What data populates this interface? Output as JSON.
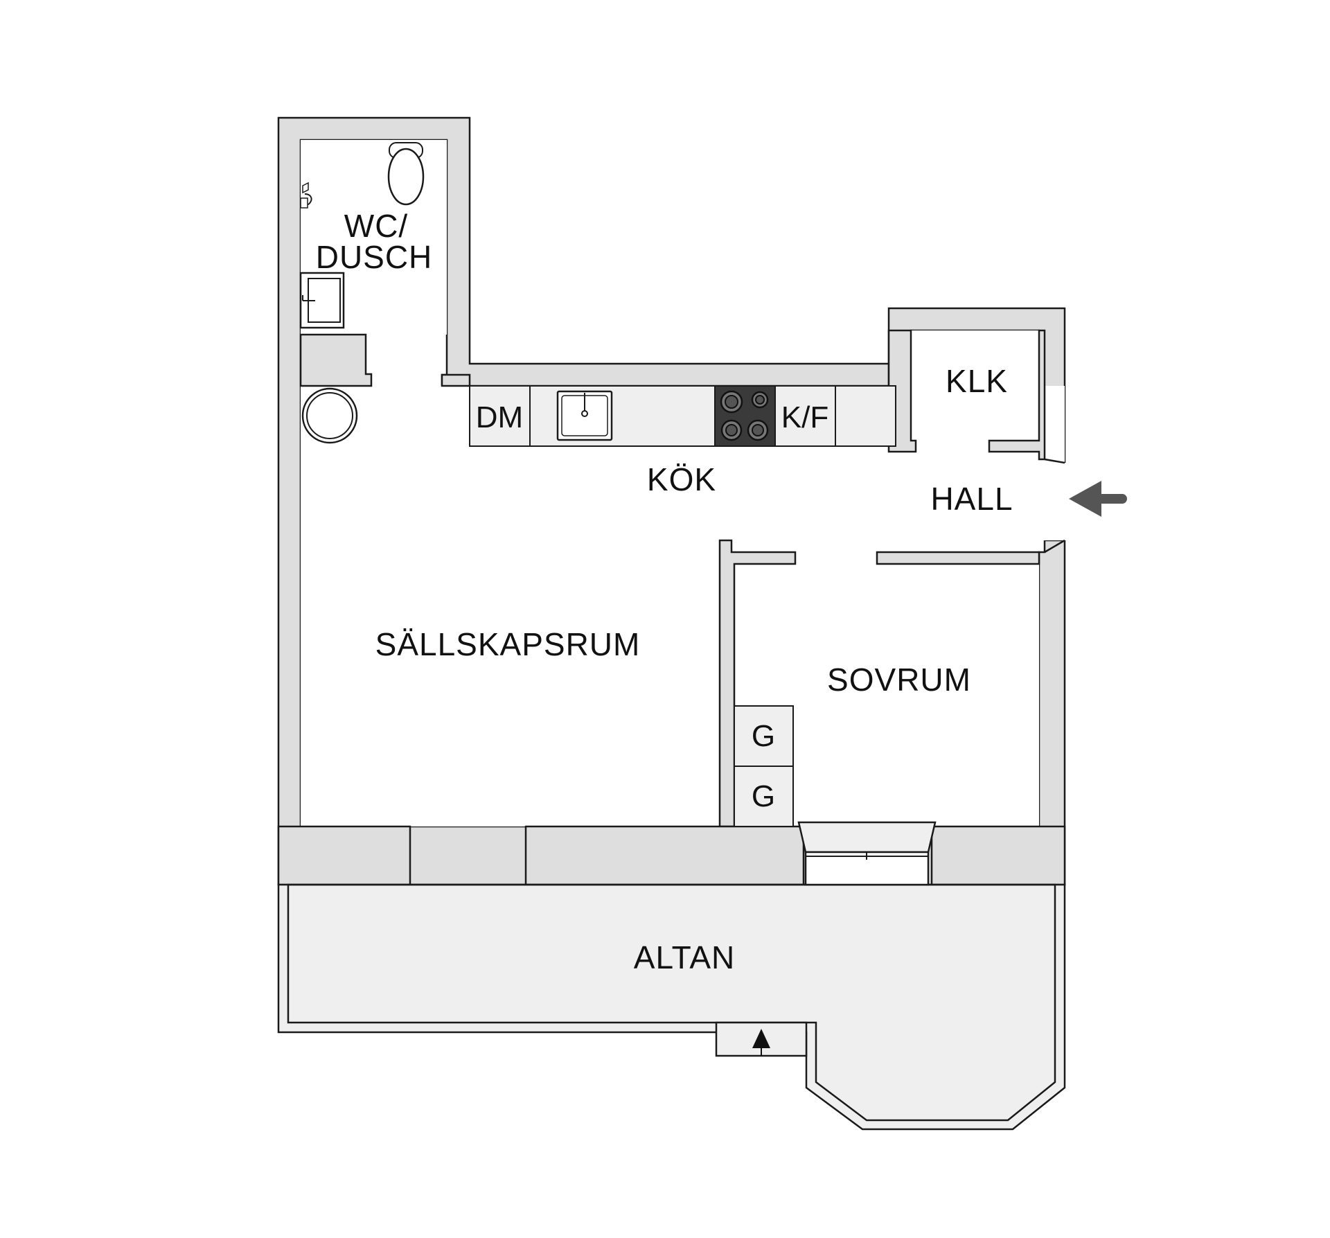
{
  "rooms": {
    "wc_line1": "WC/",
    "wc_line2": "DUSCH",
    "klk": "KLK",
    "kok": "KÖK",
    "hall": "HALL",
    "sallskapsrum": "SÄLLSKAPSRUM",
    "sovrum": "SOVRUM",
    "altan": "ALTAN"
  },
  "fixtures": {
    "dm": "DM",
    "kf": "K/F",
    "g1": "G",
    "g2": "G"
  },
  "colors": {
    "wall": "#dedede",
    "terrace": "#efefef",
    "line": "#1a1a1a",
    "stove": "#3a3a3a",
    "entry_arrow": "#555555"
  },
  "icons": [
    "toilet-icon",
    "shower-icon",
    "washbasin-icon",
    "round-table-icon",
    "sink-icon",
    "stove-icon",
    "entrance-arrow-icon",
    "terrace-entry-arrow-icon",
    "window-bench-icon"
  ]
}
